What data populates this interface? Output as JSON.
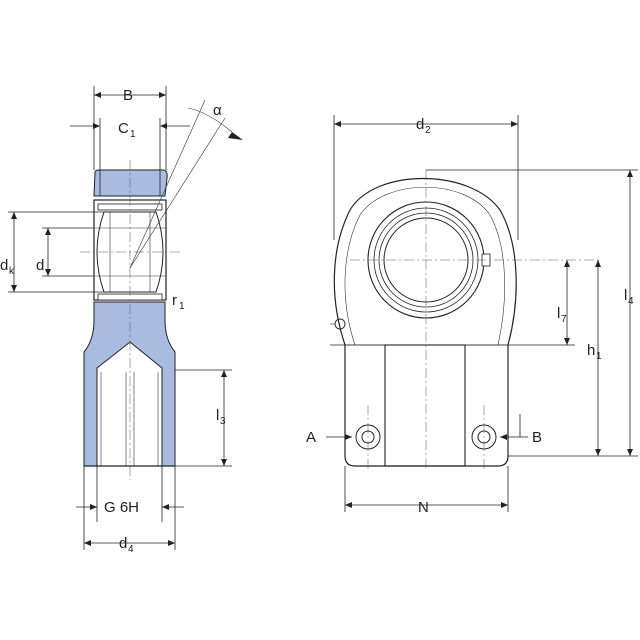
{
  "labels": {
    "B": "B",
    "C1": "C",
    "C1_sub": "1",
    "alpha": "α",
    "dk": "d",
    "dk_sub": "k",
    "d": "d",
    "r1": "r",
    "r1_sub": "1",
    "l3": "l",
    "l3_sub": "3",
    "G6H": "G 6H",
    "d4": "d",
    "d4_sub": "4",
    "d2": "d",
    "d2_sub": "2",
    "l4": "l",
    "l4_sub": "4",
    "l7": "l",
    "l7_sub": "7",
    "h1": "h",
    "h1_sub": "1",
    "A": "A",
    "Bright": "B",
    "N": "N"
  },
  "colors": {
    "fill": "#a9bce0",
    "line": "#222222"
  }
}
